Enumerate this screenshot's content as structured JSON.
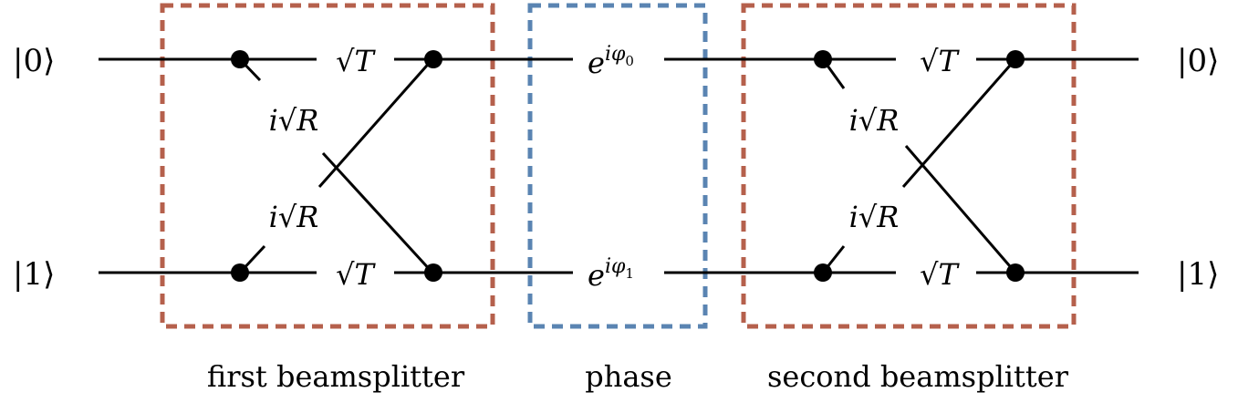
{
  "inputs": {
    "top": "|0⟩",
    "bottom": "|1⟩"
  },
  "outputs": {
    "top": "|0⟩",
    "bottom": "|1⟩"
  },
  "first_beamsplitter": {
    "transmit_top": "√T",
    "reflect_top": "i√R",
    "reflect_bottom": "i√R",
    "transmit_bottom": "√T",
    "caption": "first beamsplitter"
  },
  "phase": {
    "top": {
      "base": "e",
      "exp": "iφ",
      "sub": "0"
    },
    "bottom": {
      "base": "e",
      "exp": "iφ",
      "sub": "1"
    },
    "caption": "phase"
  },
  "second_beamsplitter": {
    "transmit_top": "√T",
    "reflect_top": "i√R",
    "reflect_bottom": "i√R",
    "transmit_bottom": "√T",
    "caption": "second beamsplitter"
  },
  "colors": {
    "beamsplitter_box": "#b5604c",
    "phase_box": "#5a84b2",
    "wire": "#000000"
  }
}
